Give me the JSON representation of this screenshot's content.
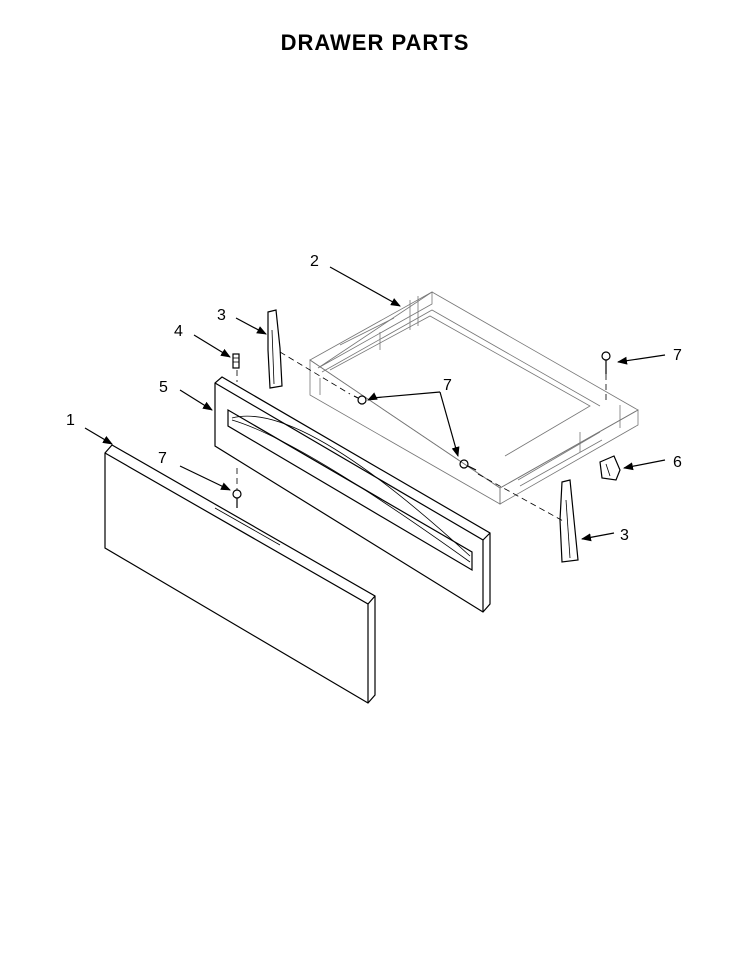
{
  "title": "DRAWER PARTS",
  "callouts": [
    {
      "label": "1"
    },
    {
      "label": "2"
    },
    {
      "label": "3"
    },
    {
      "label": "3"
    },
    {
      "label": "4"
    },
    {
      "label": "5"
    },
    {
      "label": "6"
    },
    {
      "label": "7"
    },
    {
      "label": "7"
    },
    {
      "label": "7"
    }
  ]
}
